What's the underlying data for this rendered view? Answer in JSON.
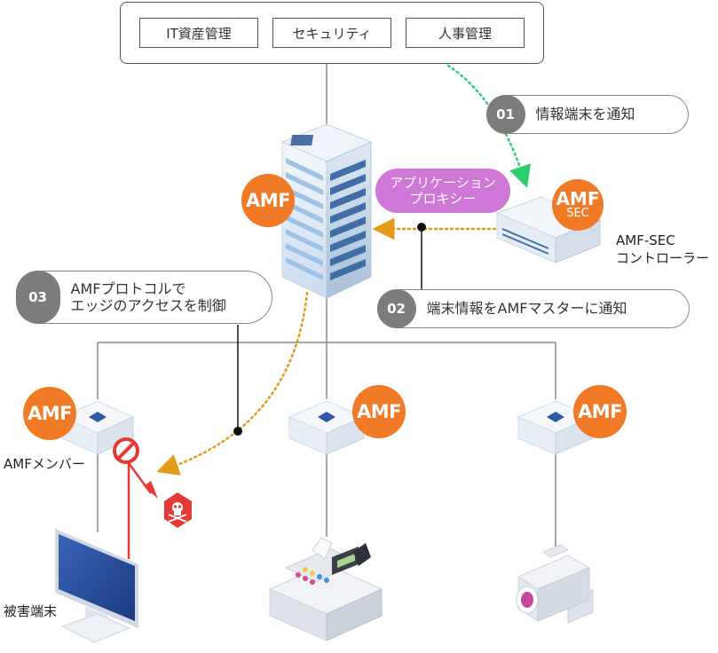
{
  "systems": [
    "IT資産管理",
    "セキュリティ",
    "人事管理"
  ],
  "steps": [
    {
      "num": "01",
      "text": "情報端末を通知"
    },
    {
      "num": "02",
      "text": "端末情報をAMFマスターに通知"
    },
    {
      "num": "03",
      "line1": "AMFプロトコルで",
      "line2": "エッジのアクセスを制御"
    }
  ],
  "badges": {
    "amf": "AMF",
    "sec_line1": "AMF",
    "sec_line2": "SEC"
  },
  "proxy": {
    "line1": "アプリケーション",
    "line2": "プロキシー"
  },
  "labels": {
    "sec_controller_line1": "AMF-SEC",
    "sec_controller_line2": "コントローラー",
    "amf_member": "AMFメンバー",
    "victim": "被害端末"
  },
  "colors": {
    "amf_orange": "#f07a25",
    "proxy_purple": "#cf77d6",
    "green_dotted": "#2ecc71",
    "orange_dotted": "#e69a1a",
    "block_red": "#e53935",
    "callout_grey": "#7c7c7c"
  },
  "icons": [
    "server-rack-icon",
    "sec-controller-appliance-icon",
    "switch-icon",
    "monitor-icon",
    "cash-register-icon",
    "security-camera-icon",
    "block-icon",
    "malware-skull-icon"
  ]
}
